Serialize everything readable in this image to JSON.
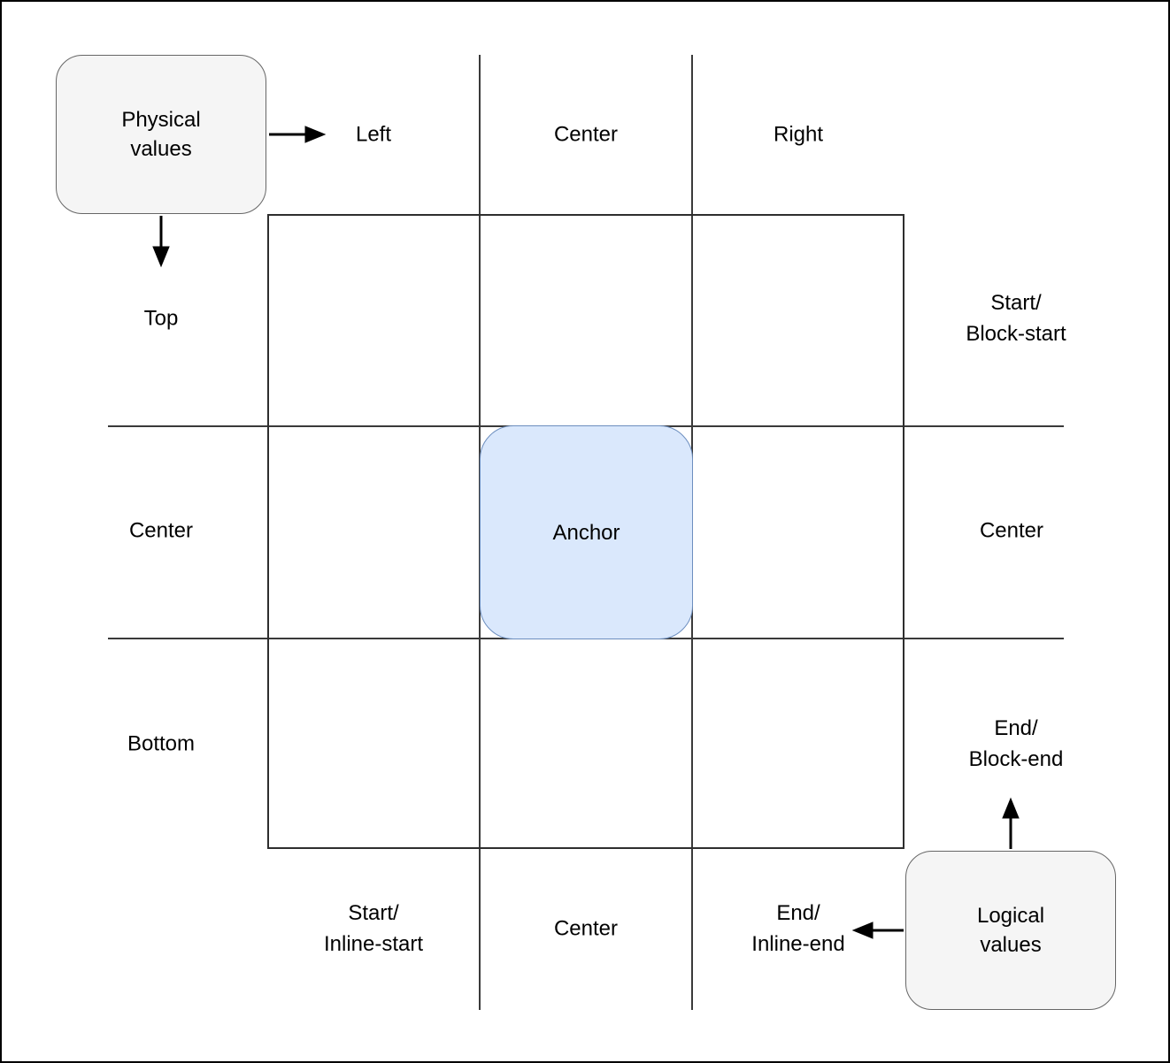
{
  "diagram": {
    "physical_box": {
      "label": "Physical\nvalues"
    },
    "logical_box": {
      "label": "Logical\nvalues"
    },
    "anchor_box": {
      "label": "Anchor"
    },
    "top_edge_labels": {
      "left": "Left",
      "center": "Center",
      "right": "Right"
    },
    "left_edge_labels": {
      "top": "Top",
      "center": "Center",
      "bottom": "Bottom"
    },
    "right_edge_labels": {
      "top": "Start/\nBlock-start",
      "center": "Center",
      "bottom": "End/\nBlock-end"
    },
    "bottom_edge_labels": {
      "left": "Start/\nInline-start",
      "center": "Center",
      "right": "End/\nInline-end"
    },
    "arrows": [
      {
        "name": "physical-to-left",
        "direction": "right"
      },
      {
        "name": "physical-to-top",
        "direction": "down"
      },
      {
        "name": "logical-to-block-end",
        "direction": "up"
      },
      {
        "name": "logical-to-inline-end",
        "direction": "left"
      }
    ],
    "colors": {
      "anchor_fill": "#dae8fc",
      "anchor_border": "#6c8ebf",
      "legend_fill": "#f5f5f5",
      "legend_border": "#666666",
      "grid_line": "#3a3a3a",
      "outer_border": "#000000",
      "text": "#000000"
    }
  }
}
